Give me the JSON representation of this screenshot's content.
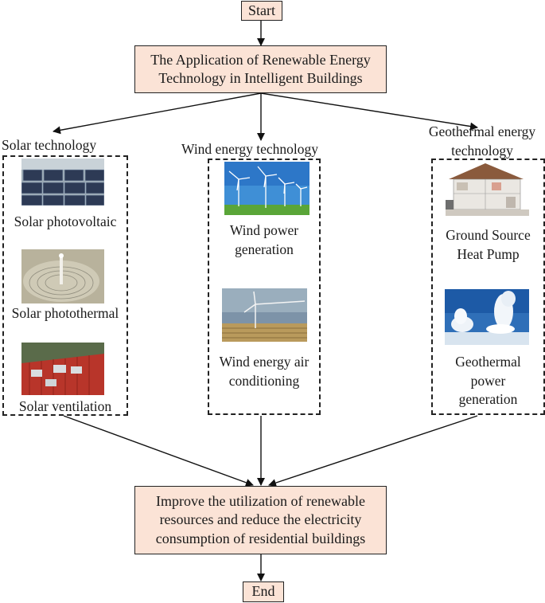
{
  "start": "Start",
  "top_box": [
    "The Application of Renewable Energy",
    "Technology in Intelligent Buildings"
  ],
  "columns": {
    "solar": {
      "title": "Solar technology",
      "items": [
        "Solar photovoltaic",
        "Solar photothermal",
        "Solar ventilation"
      ]
    },
    "wind": {
      "title": "Wind energy technology",
      "items": [
        [
          "Wind power",
          "generation"
        ],
        [
          "Wind energy air",
          "conditioning"
        ]
      ]
    },
    "geo": {
      "title": [
        "Geothermal energy",
        "technology"
      ],
      "items": [
        [
          "Ground Source",
          "Heat Pump"
        ],
        [
          "Geothermal",
          "power",
          "generation"
        ]
      ]
    }
  },
  "bottom_box": [
    "Improve the utilization of renewable",
    "resources and reduce the electricity",
    "consumption of residential buildings"
  ],
  "end": "End"
}
